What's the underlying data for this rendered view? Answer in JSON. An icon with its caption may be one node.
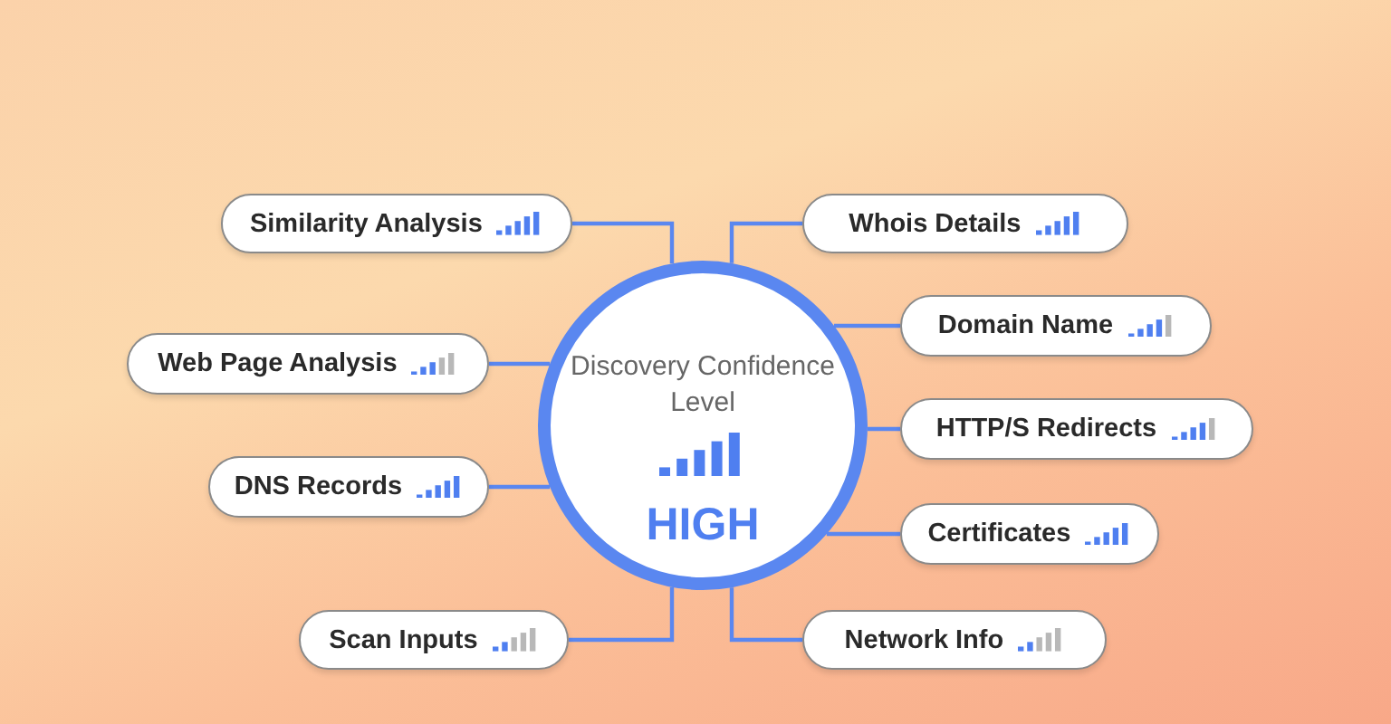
{
  "diagram": {
    "nodes": [
      {
        "text": [
          "Discovery Confidence Level",
          "HIGH"
        ]
      },
      {
        "text": [
          "Similarity Analysis"
        ]
      },
      {
        "text": [
          "Whois Details"
        ]
      },
      {
        "text": [
          "Web Page Analysis"
        ]
      },
      {
        "text": [
          "Domain Name"
        ]
      },
      {
        "text": [
          "HTTP/S Redirects"
        ]
      },
      {
        "text": [
          "DNS Records"
        ]
      },
      {
        "text": [
          "Certificates"
        ]
      },
      {
        "text": [
          "Scan Inputs"
        ]
      },
      {
        "text": [
          "Network Info"
        ]
      }
    ],
    "edges": [
      {
        "from": 1,
        "to": 0,
        "arrow": "none"
      },
      {
        "from": 2,
        "to": 0,
        "arrow": "none"
      },
      {
        "from": 3,
        "to": 0,
        "arrow": "none"
      },
      {
        "from": 4,
        "to": 0,
        "arrow": "none"
      },
      {
        "from": 5,
        "to": 0,
        "arrow": "none"
      },
      {
        "from": 6,
        "to": 0,
        "arrow": "none"
      },
      {
        "from": 7,
        "to": 0,
        "arrow": "none"
      },
      {
        "from": 8,
        "to": 0,
        "arrow": "none"
      },
      {
        "from": 9,
        "to": 0,
        "arrow": "none"
      }
    ]
  }
}
